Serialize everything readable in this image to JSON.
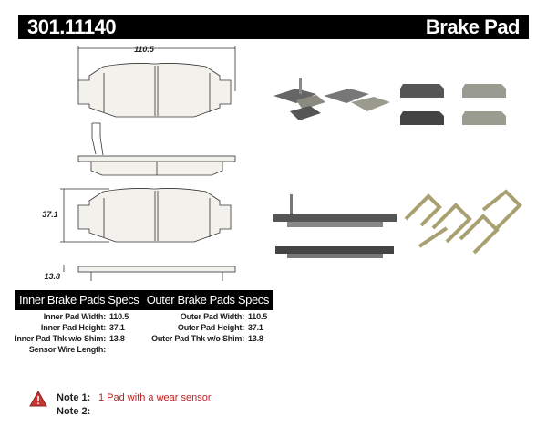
{
  "header": {
    "part_number": "301.11140",
    "product_type": "Brake Pad"
  },
  "diagram": {
    "width_dim": "110.5",
    "height_dim": "37.1",
    "thickness_dim": "13.8"
  },
  "specs": {
    "inner_title": "Inner Brake Pads Specs",
    "outer_title": "Outer Brake Pads Specs",
    "inner": [
      {
        "label": "Inner Pad Width:",
        "value": "110.5"
      },
      {
        "label": "Inner Pad Height:",
        "value": "37.1"
      },
      {
        "label": "Inner Pad Thk w/o Shim:",
        "value": "13.8"
      },
      {
        "label": "Sensor Wire Length:",
        "value": ""
      }
    ],
    "outer": [
      {
        "label": "Outer Pad Width:",
        "value": "110.5"
      },
      {
        "label": "Outer Pad Height:",
        "value": "37.1"
      },
      {
        "label": "Outer Pad Thk w/o Shim:",
        "value": "13.8"
      }
    ]
  },
  "notes": {
    "icon": "warning-triangle-icon",
    "note1_label": "Note 1:",
    "note1_value": "1 Pad with a wear sensor",
    "note2_label": "Note 2:",
    "note2_value": ""
  },
  "colors": {
    "header_bg": "#000000",
    "note_accent": "#b22222"
  }
}
